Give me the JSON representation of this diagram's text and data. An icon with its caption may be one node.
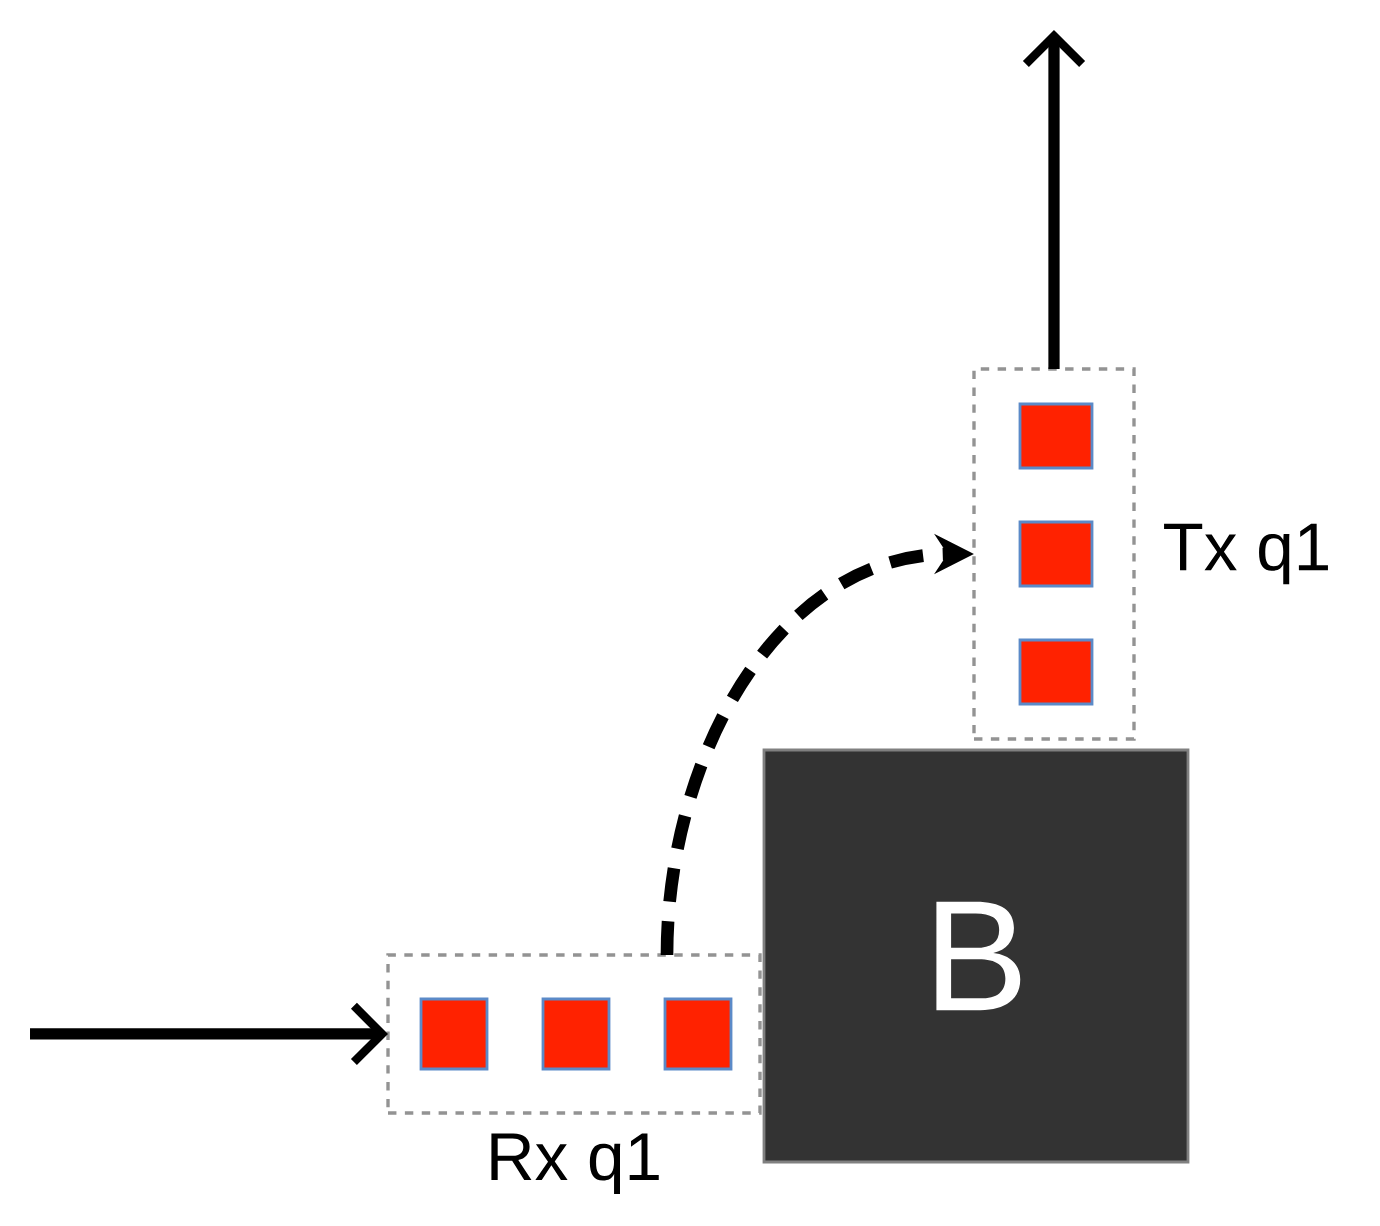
{
  "diagram": {
    "nodes": [
      {
        "text": [
          "Tx q1"
        ]
      },
      {
        "text": [],
        "shape": "box",
        "in": 0
      },
      {
        "text": [],
        "shape": "box",
        "in": 0
      },
      {
        "text": [],
        "shape": "box",
        "in": 0
      },
      {
        "text": [
          "B"
        ]
      },
      {
        "text": [
          "Rx q1"
        ]
      },
      {
        "text": [],
        "shape": "box",
        "in": 5
      },
      {
        "text": [],
        "shape": "box",
        "in": 5
      },
      {
        "text": [],
        "shape": "box",
        "in": 5
      }
    ],
    "edges": [
      {
        "from": null,
        "to": 5,
        "arrow": "to"
      },
      {
        "from": 5,
        "to": 0,
        "arrow": "to",
        "style": "dashed"
      },
      {
        "from": 0,
        "to": null,
        "arrow": "to"
      }
    ]
  }
}
